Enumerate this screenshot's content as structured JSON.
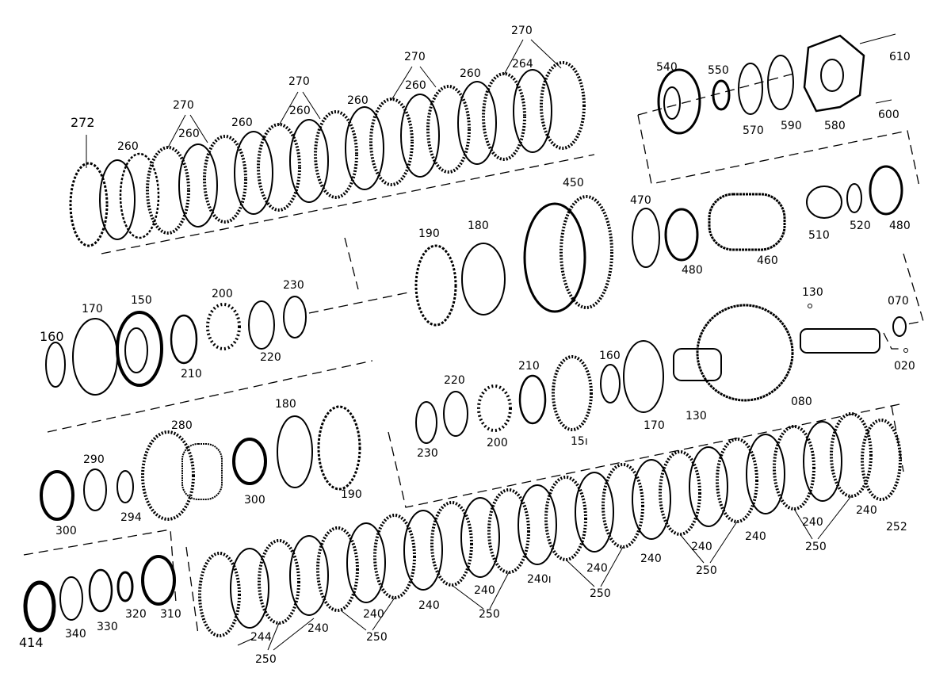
{
  "diagram": {
    "part_labels": [
      {
        "id": "l272",
        "text": "272"
      },
      {
        "id": "l260a",
        "text": "260"
      },
      {
        "id": "l270a",
        "text": "270"
      },
      {
        "id": "l260b",
        "text": "260"
      },
      {
        "id": "l260c",
        "text": "260"
      },
      {
        "id": "l270b",
        "text": "270"
      },
      {
        "id": "l260d",
        "text": "260"
      },
      {
        "id": "l260e",
        "text": "260"
      },
      {
        "id": "l270c",
        "text": "270"
      },
      {
        "id": "l260f",
        "text": "260"
      },
      {
        "id": "l260g",
        "text": "260"
      },
      {
        "id": "l270d",
        "text": "270"
      },
      {
        "id": "l264",
        "text": "264"
      },
      {
        "id": "l540",
        "text": "540"
      },
      {
        "id": "l550",
        "text": "550"
      },
      {
        "id": "l610",
        "text": "610"
      },
      {
        "id": "l570",
        "text": "570"
      },
      {
        "id": "l590",
        "text": "590"
      },
      {
        "id": "l580",
        "text": "580"
      },
      {
        "id": "l600",
        "text": "600"
      },
      {
        "id": "l450",
        "text": "450"
      },
      {
        "id": "l470",
        "text": "470"
      },
      {
        "id": "l510",
        "text": "510"
      },
      {
        "id": "l520",
        "text": "520"
      },
      {
        "id": "l480a",
        "text": "480"
      },
      {
        "id": "l480b",
        "text": "480"
      },
      {
        "id": "l460",
        "text": "460"
      },
      {
        "id": "l190a",
        "text": "190"
      },
      {
        "id": "l180a",
        "text": "180"
      },
      {
        "id": "l170a",
        "text": "170"
      },
      {
        "id": "l150a",
        "text": "150"
      },
      {
        "id": "l200a",
        "text": "200"
      },
      {
        "id": "l230a",
        "text": "230"
      },
      {
        "id": "l160",
        "text": "160"
      },
      {
        "id": "l210a",
        "text": "210"
      },
      {
        "id": "l220a",
        "text": "220"
      },
      {
        "id": "l130a",
        "text": "130"
      },
      {
        "id": "l070",
        "text": "070"
      },
      {
        "id": "l020",
        "text": "020"
      },
      {
        "id": "l220b",
        "text": "220"
      },
      {
        "id": "l210b",
        "text": "210"
      },
      {
        "id": "l160b",
        "text": "160"
      },
      {
        "id": "l230b",
        "text": "230"
      },
      {
        "id": "l200b",
        "text": "200"
      },
      {
        "id": "l150b",
        "text": "15ı"
      },
      {
        "id": "l170b",
        "text": "170"
      },
      {
        "id": "l130b",
        "text": "130"
      },
      {
        "id": "l080",
        "text": "080"
      },
      {
        "id": "l280",
        "text": "280"
      },
      {
        "id": "l180b",
        "text": "180"
      },
      {
        "id": "l290",
        "text": "290"
      },
      {
        "id": "l300a",
        "text": "300"
      },
      {
        "id": "l294",
        "text": "294"
      },
      {
        "id": "l300b",
        "text": "300"
      },
      {
        "id": "l190b",
        "text": "190"
      },
      {
        "id": "l240a",
        "text": "240"
      },
      {
        "id": "l252",
        "text": "252"
      },
      {
        "id": "l240b",
        "text": "240"
      },
      {
        "id": "l250a",
        "text": "250"
      },
      {
        "id": "l240c",
        "text": "240"
      },
      {
        "id": "l240d",
        "text": "240"
      },
      {
        "id": "l250b",
        "text": "250"
      },
      {
        "id": "l240e",
        "text": "240"
      },
      {
        "id": "l240f",
        "text": "240"
      },
      {
        "id": "l250c",
        "text": "250"
      },
      {
        "id": "l240g",
        "text": "240ı"
      },
      {
        "id": "l240h",
        "text": "240"
      },
      {
        "id": "l250d",
        "text": "250"
      },
      {
        "id": "l240i",
        "text": "240"
      },
      {
        "id": "l240j",
        "text": "240"
      },
      {
        "id": "l250e",
        "text": "250"
      },
      {
        "id": "l240k",
        "text": "240"
      },
      {
        "id": "l244",
        "text": "244"
      },
      {
        "id": "l250f",
        "text": "250"
      },
      {
        "id": "l414",
        "text": "414"
      },
      {
        "id": "l340",
        "text": "340"
      },
      {
        "id": "l330",
        "text": "330"
      },
      {
        "id": "l320",
        "text": "320"
      },
      {
        "id": "l310",
        "text": "310"
      }
    ]
  }
}
